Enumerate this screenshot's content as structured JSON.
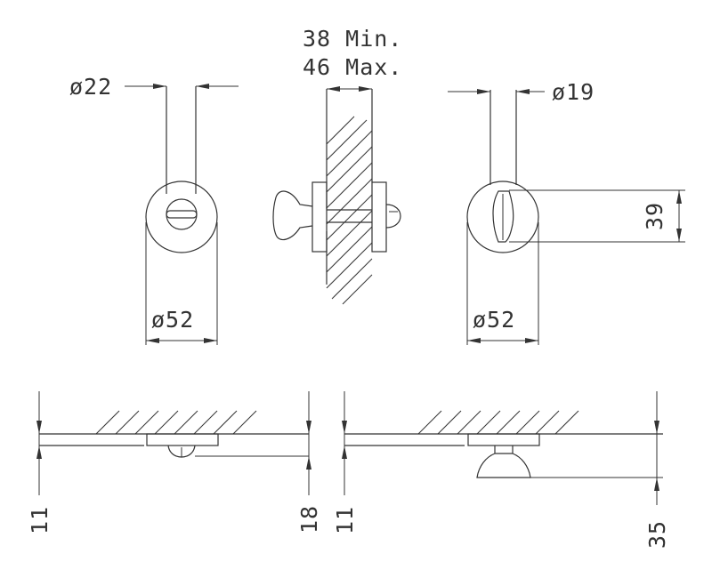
{
  "dimensions": {
    "dia_22": "ø22",
    "dia_19": "ø19",
    "dia_52_left": "ø52",
    "dia_52_right": "ø52",
    "depth_min": "38 Min.",
    "depth_max": "46 Max.",
    "height_39": "39",
    "thick_11_left": "11",
    "height_18": "18",
    "thick_11_right": "11",
    "height_35": "35"
  },
  "colors": {
    "line": "#333333",
    "background": "#ffffff"
  }
}
